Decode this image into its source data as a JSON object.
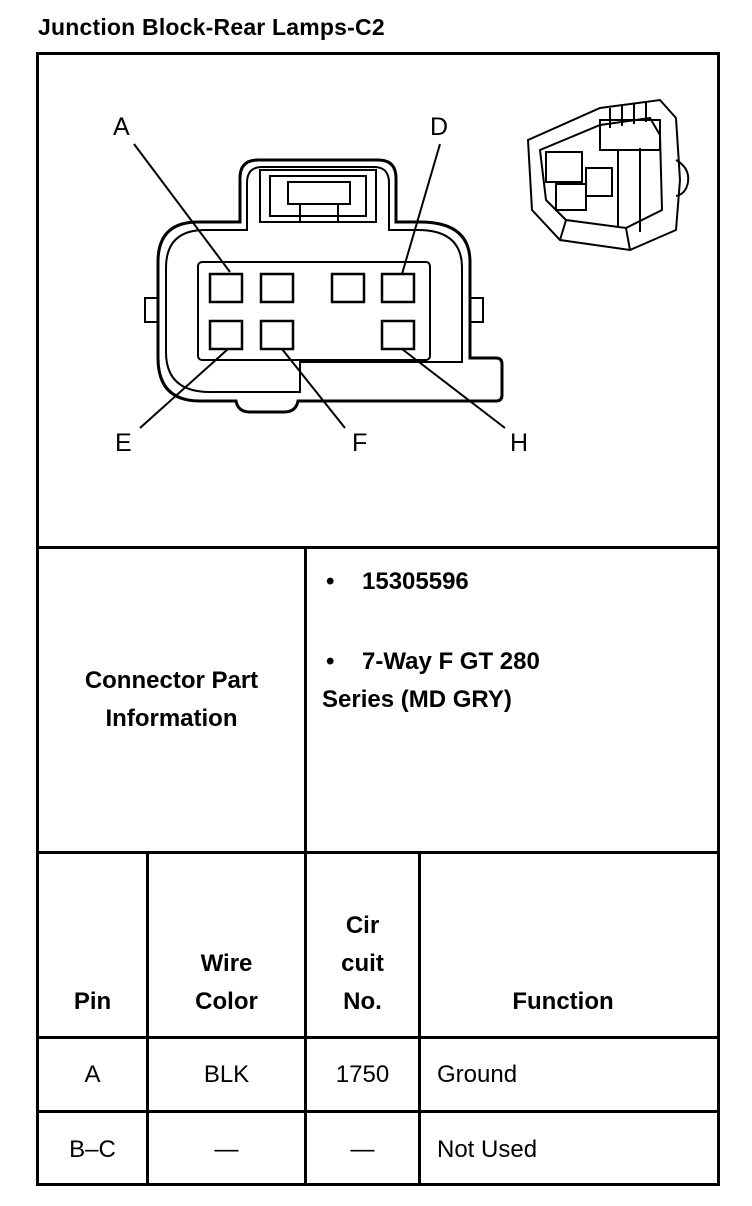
{
  "title": "Junction Block-Rear Lamps-C2",
  "diagram": {
    "pin_labels": [
      "A",
      "D",
      "E",
      "F",
      "H"
    ]
  },
  "connector_info": {
    "label_line1": "Connector Part",
    "label_line2": "Information",
    "bullet_symbol": "•",
    "part_number": "15305596",
    "description_line1": "7-Way F GT 280",
    "description_line2": "Series (MD GRY)"
  },
  "table": {
    "headers": {
      "pin": "Pin",
      "wire_color_1": "Wire",
      "wire_color_2": "Color",
      "circuit_1": "Cir",
      "circuit_2": "cuit",
      "circuit_3": "No.",
      "function": "Function"
    },
    "rows": [
      {
        "pin": "A",
        "wire_color": "BLK",
        "circuit": "1750",
        "function": "Ground"
      },
      {
        "pin": "B–C",
        "wire_color": "—",
        "circuit": "—",
        "function": "Not Used"
      }
    ]
  }
}
